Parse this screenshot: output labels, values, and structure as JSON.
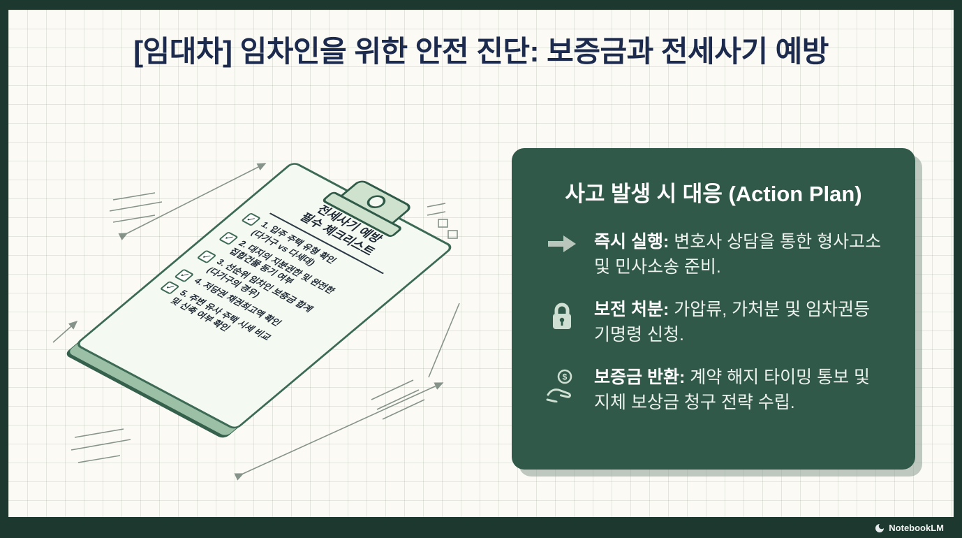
{
  "brand": {
    "name": "NotebookLM"
  },
  "title": "[임대차] 임차인을 위한 안전 진단: 보증금과 전세사기 예방",
  "icons": {
    "check_glyph": "✓",
    "dollar_glyph": "$"
  },
  "clipboard": {
    "heading_line1": "전세사기 예방",
    "heading_line2": "필수 체크리스트",
    "items": [
      {
        "line1": "1. 입주 주택 유형 확인",
        "line2": "(다가구 vs 다세대)"
      },
      {
        "line1": "2. 대지의 지분권한 및 완전한",
        "line2": "집합건물 등기 여부"
      },
      {
        "line1": "3. 선순위 임차인 보증금 합계",
        "line2": "(다가구의 경우)"
      },
      {
        "line1": "4. 저당권 채권최고액 확인",
        "line2": ""
      },
      {
        "line1": "5. 주변 유사 주택 시세 비교",
        "line2": "및 신축 여부 확인"
      }
    ]
  },
  "action_panel": {
    "title": "사고 발생 시 대응 (Action Plan)",
    "items": [
      {
        "icon": "arrow-right-icon",
        "label": "즉시 실행:",
        "text": "변호사 상담을 통한 형사고소 및 민사소송 준비."
      },
      {
        "icon": "lock-icon",
        "label": "보전 처분:",
        "text": "가압류, 가처분 및 임차권등기명령 신청."
      },
      {
        "icon": "hand-coin-icon",
        "label": "보증금 반환:",
        "text": "계약 해지 타이밍 통보 및 지체 보상금 청구 전략 수립."
      }
    ]
  },
  "colors": {
    "frame": "#1c382f",
    "panel": "#30594a",
    "icon_light": "#cfe0d2",
    "title_navy": "#1c2a4d",
    "board_green": "#3c6a55"
  }
}
